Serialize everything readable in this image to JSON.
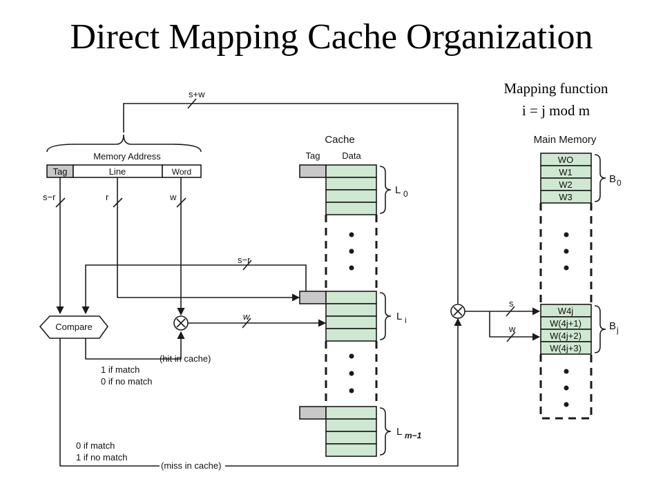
{
  "slide": {
    "title": "Direct Mapping Cache Organization",
    "mapping_function": {
      "title": "Mapping function",
      "formula": "i = j mod m"
    }
  },
  "diagram": {
    "address_width_label": "s+w",
    "memory_address": {
      "title": "Memory Address",
      "fields": [
        "Tag",
        "Line",
        "Word"
      ],
      "tag_width_label": "s−r",
      "line_width_label": "r",
      "word_width_label": "w"
    },
    "tag_bus_label": "s−r",
    "word_bus_label": "w",
    "compare": {
      "label": "Compare",
      "hit_label": "(hit in cache)",
      "hit_lines": [
        "1 if match",
        "0 if no match"
      ],
      "miss_label": "(miss in cache)",
      "miss_lines": [
        "0 if match",
        "1 if no match"
      ]
    },
    "cache": {
      "title": "Cache",
      "tag_header": "Tag",
      "data_header": "Data",
      "lines": [
        {
          "name": "L",
          "subscript": "0"
        },
        {
          "name": "L",
          "subscript": "i"
        },
        {
          "name": "L",
          "subscript": "m−1"
        }
      ]
    },
    "main_memory": {
      "title": "Main Memory",
      "blocks": [
        {
          "name": "B",
          "subscript": "0",
          "words": [
            "WO",
            "W1",
            "W2",
            "W3"
          ]
        },
        {
          "name": "B",
          "subscript": "j",
          "words": [
            "W4j",
            "W(4j+1)",
            "W(4j+2)",
            "W(4j+3)"
          ]
        }
      ],
      "bus_labels": [
        "s",
        "w"
      ]
    }
  }
}
